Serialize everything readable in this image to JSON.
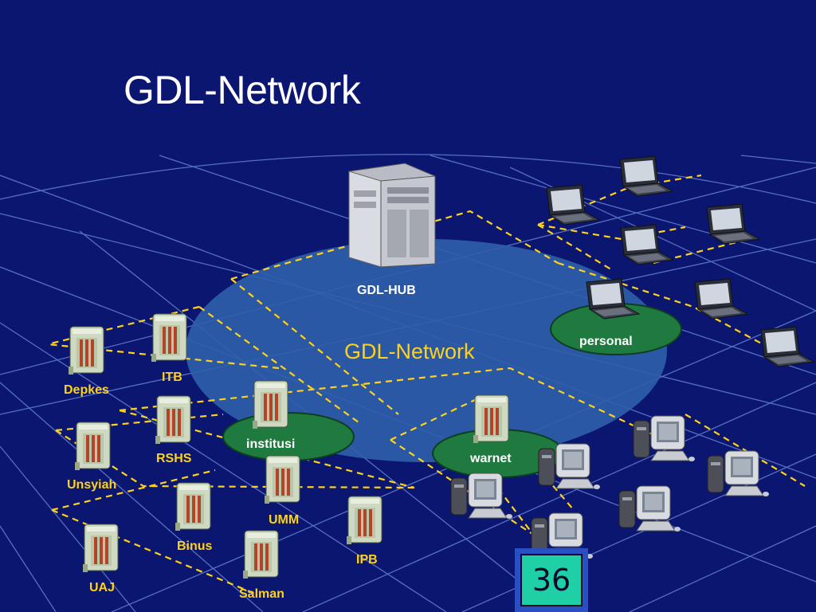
{
  "slide": {
    "title": "GDL-Network",
    "page_number": "36"
  },
  "diagram": {
    "hub_label": "GDL-HUB",
    "network_label": "GDL-Network",
    "cluster_labels": {
      "personal": "personal",
      "institusi": "institusi",
      "warnet": "warnet"
    },
    "institutions": [
      "Depkes",
      "ITB",
      "RSHS",
      "Unsyiah",
      "UMM",
      "Binus",
      "UAJ",
      "Salman",
      "IPB"
    ]
  },
  "colors": {
    "background": "#0a1670",
    "grid_lines": "#6f8de0",
    "network_ellipse": "#2f5ea9",
    "cluster_ellipse": "#1e7a3e",
    "dashed_links": "#ffd21a",
    "label_yellow": "#ffd21a",
    "page_box": "#1fd0a6"
  },
  "icons": {
    "hub": "server-tower-icon",
    "institution": "server-icon",
    "personal": "laptop-icon",
    "warnet": "desktop-computer-icon"
  }
}
